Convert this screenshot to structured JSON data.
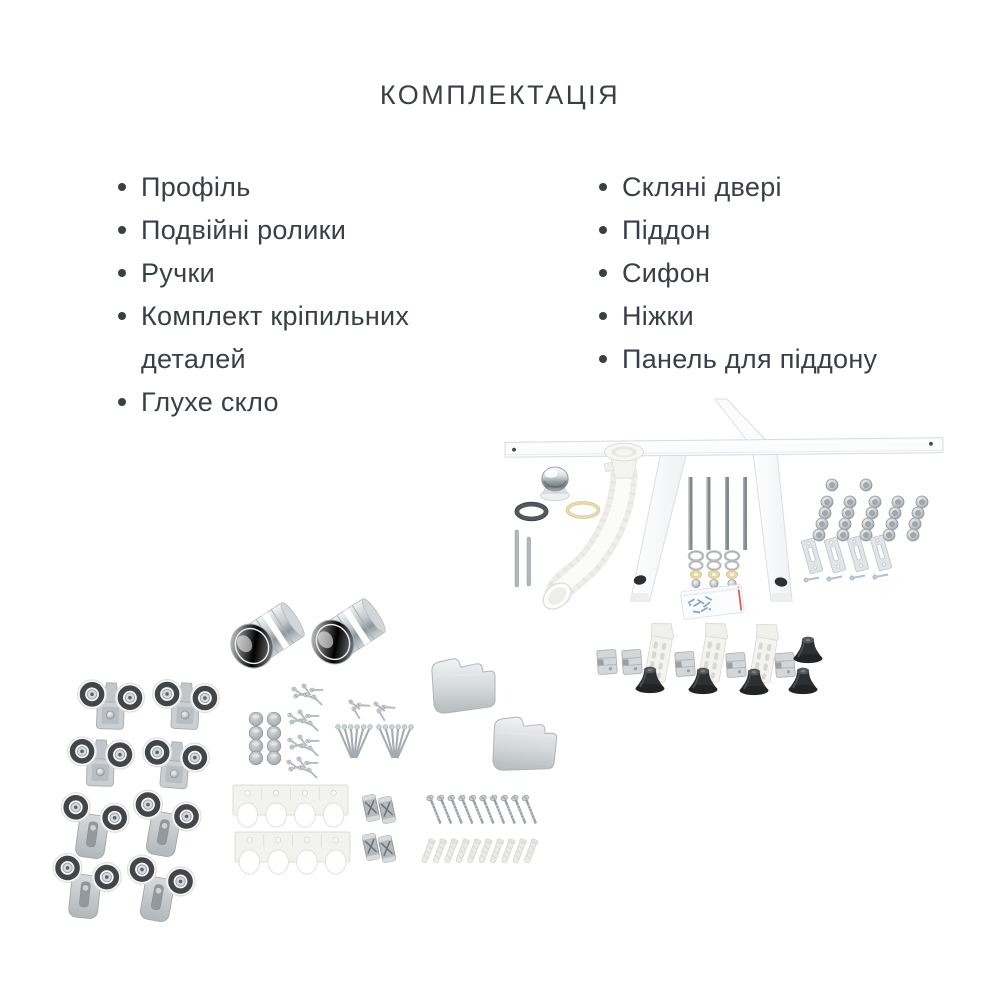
{
  "title": "КОМПЛЕКТАЦІЯ",
  "colors": {
    "text": "#3a3f47",
    "background": "#ffffff"
  },
  "lists": {
    "left": {
      "items": [
        "Профіль",
        "Подвійні ролики",
        "Ручки",
        "Комплект кріпильних деталей",
        "Глухе скло"
      ]
    },
    "right": {
      "items": [
        "Скляні двері",
        "Піддон",
        "Сифон",
        "Ніжки",
        "Панель для піддону"
      ]
    }
  },
  "photos": {
    "frame_kit": {
      "name": "tray-frame-and-siphon-kit-photo",
      "parts": [
        "support-frame",
        "drain-cap",
        "rubber-gasket",
        "beige-gasket",
        "flexible-siphon-hose",
        "metal-pins",
        "threaded-rods",
        "washer-nut-stacks",
        "screw-bag",
        "chrome-nuts-grid",
        "slotted-brackets",
        "metal-clamps",
        "adjustable-brackets",
        "black-feet"
      ]
    },
    "hardware_kit": {
      "name": "door-hardware-kit-photo",
      "parts": [
        "chrome-door-knobs",
        "double-rollers",
        "screw-caps",
        "screw-clusters",
        "screw-fans",
        "wall-profile-strips",
        "metal-clamps",
        "aluminium-corner-caps",
        "long-screws",
        "wall-plugs"
      ]
    }
  }
}
